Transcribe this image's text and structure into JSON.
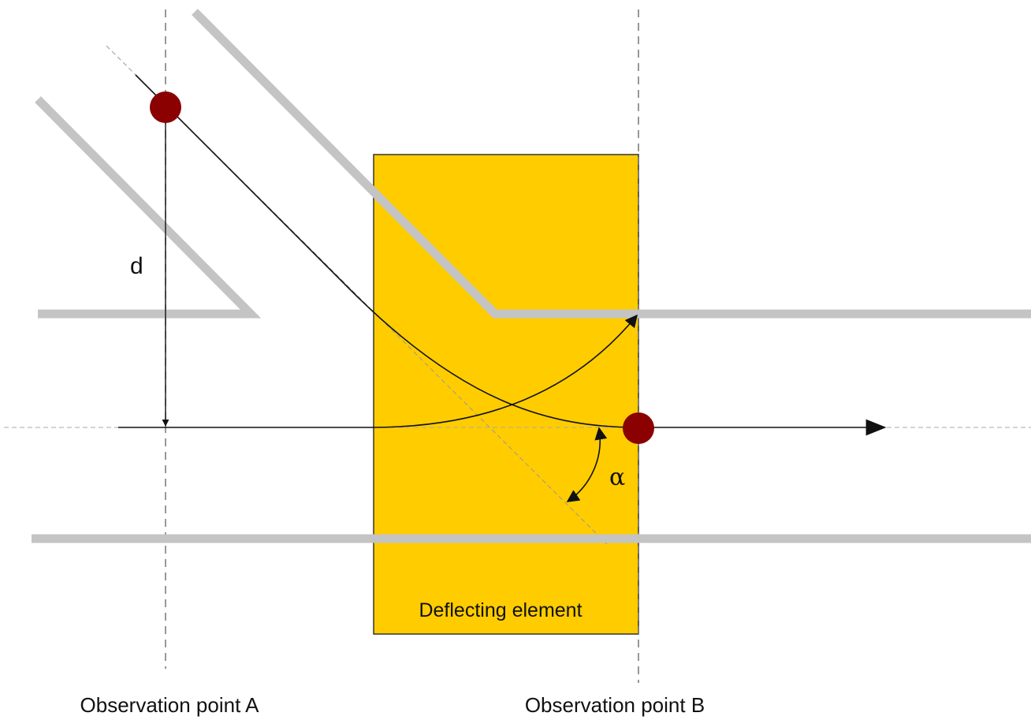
{
  "labels": {
    "distance": "d",
    "angle": "α",
    "element": "Deflecting element",
    "observation_a": "Observation point A",
    "observation_b": "Observation point B"
  },
  "colors": {
    "background": "#ffffff",
    "element_fill": "#FFCC00",
    "element_stroke": "#333333",
    "beam_guide": "#C4C4C4",
    "particle": "#8B0000",
    "trajectory": "#111111",
    "dashed_axis": "#777777"
  }
}
